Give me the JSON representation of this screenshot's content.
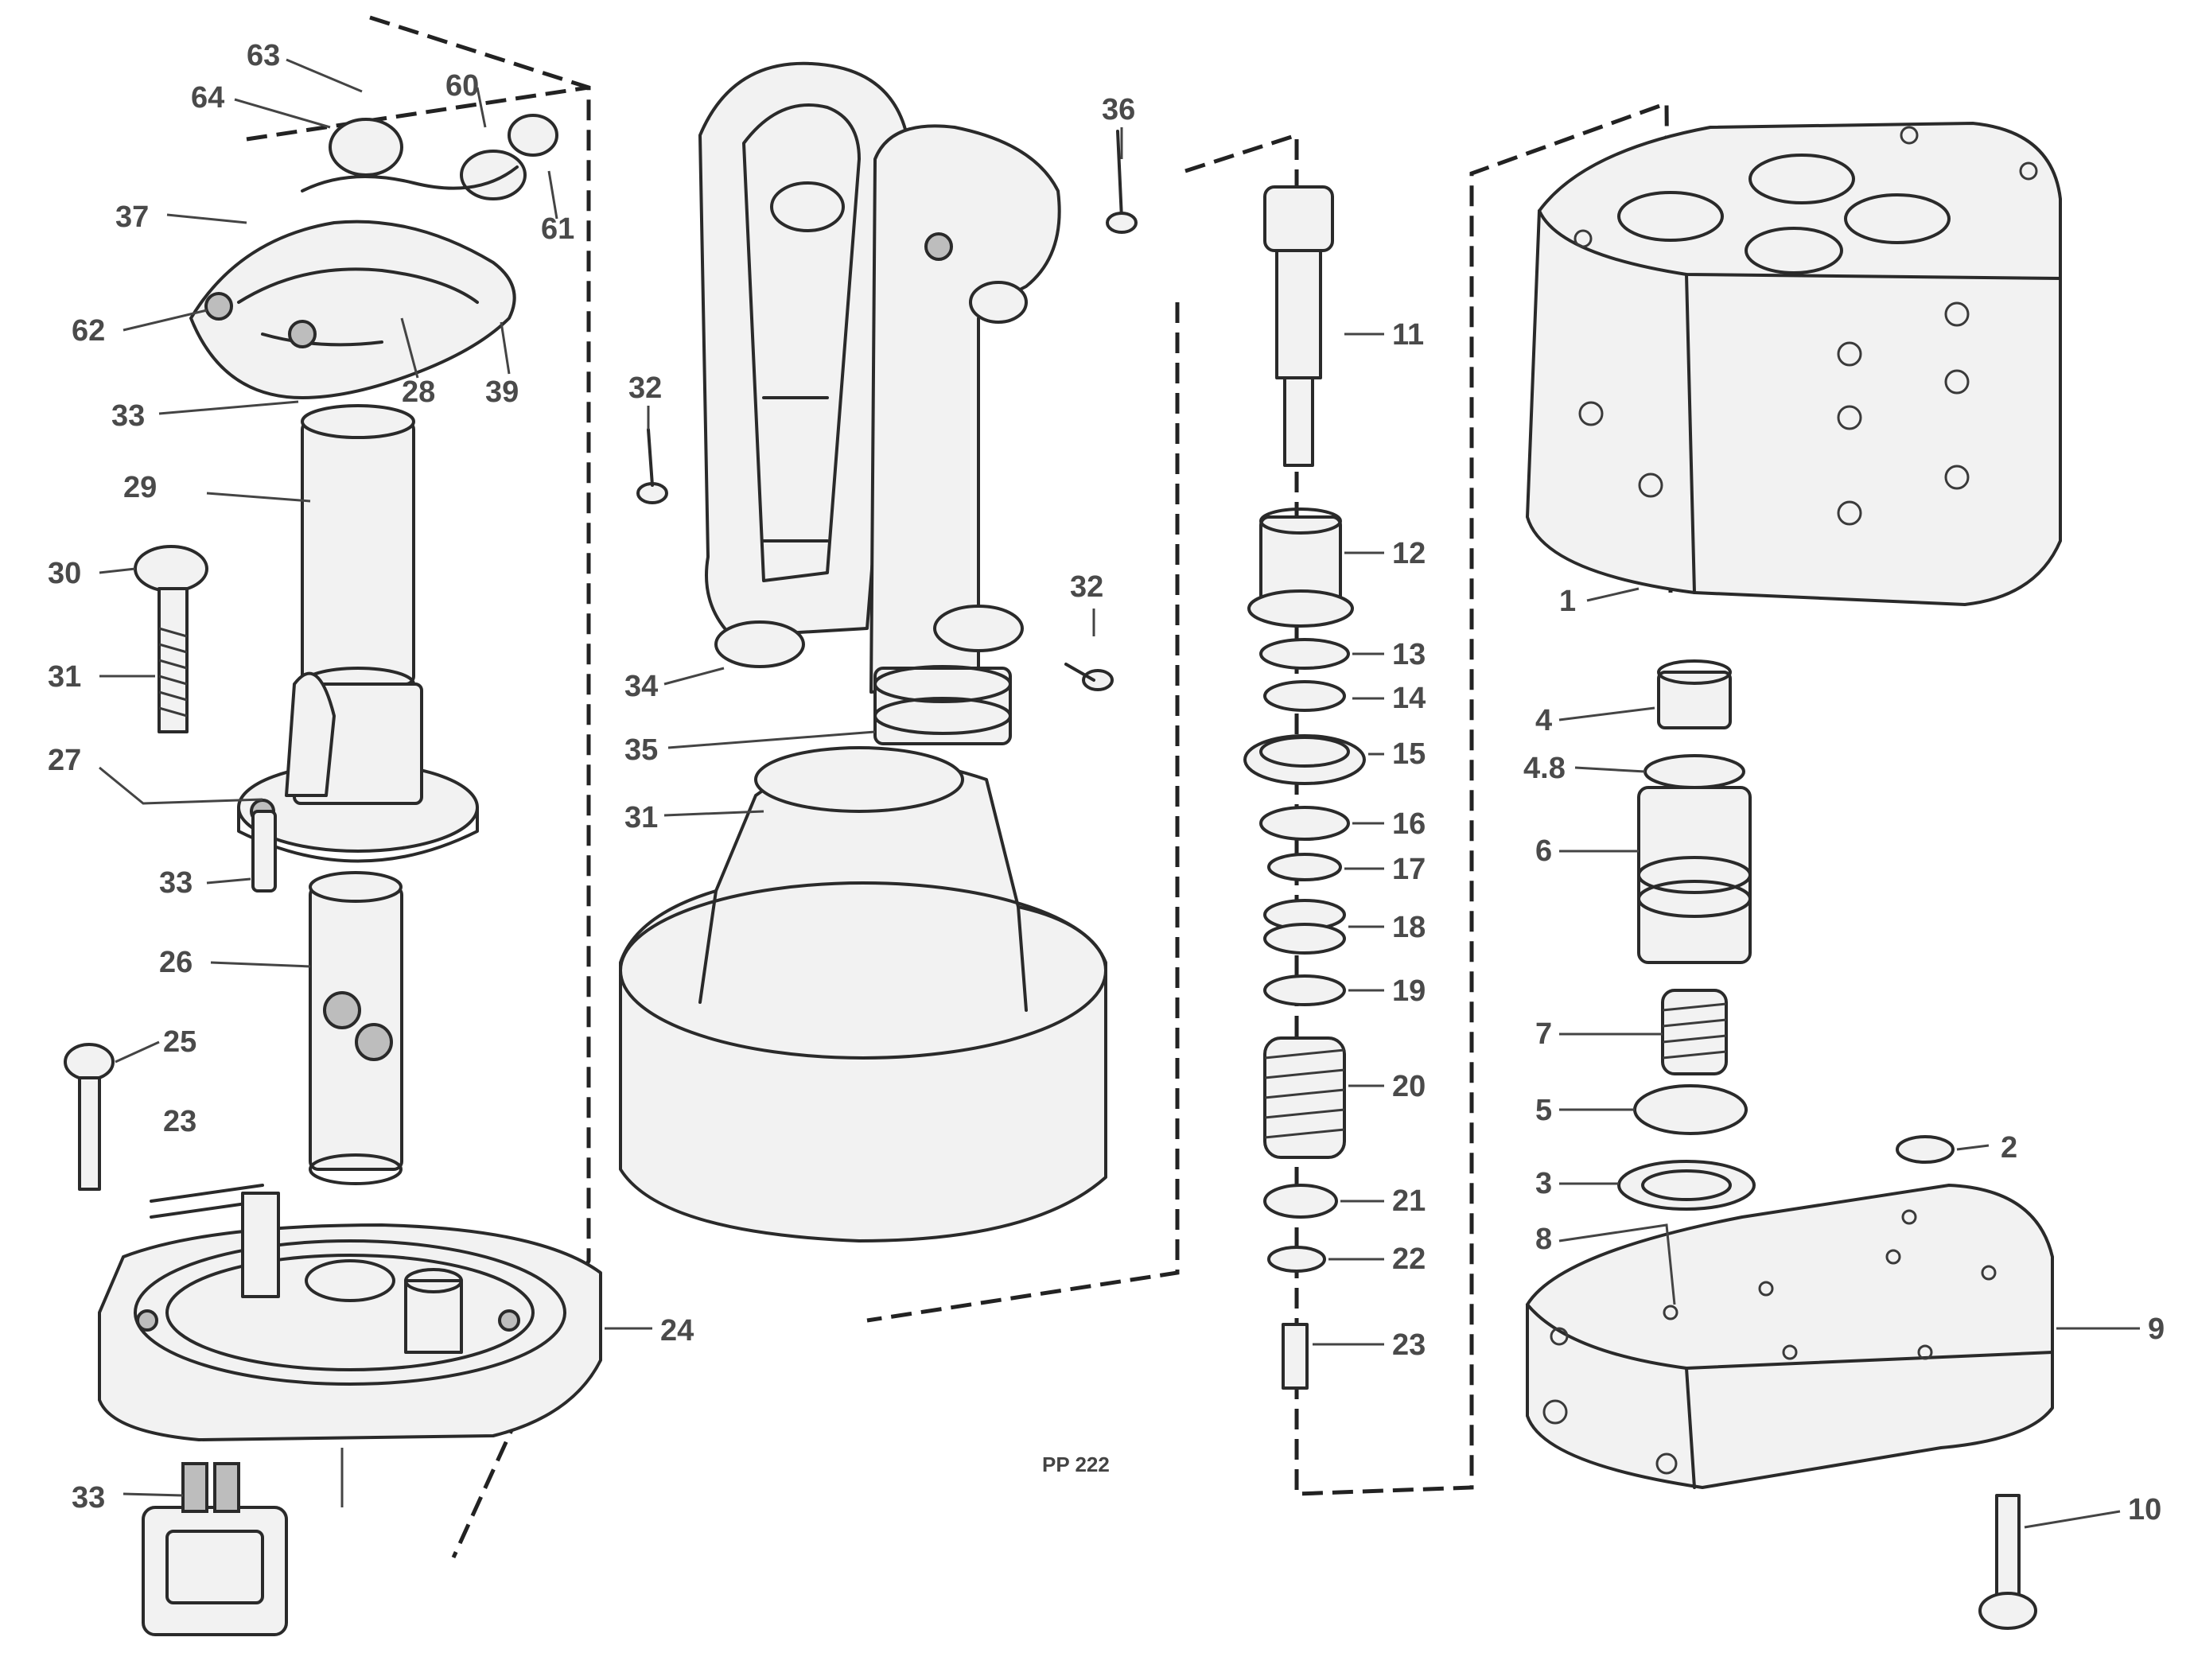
{
  "reference": {
    "code_line_1": "",
    "code_line_2": "",
    "code_line_3": "PP 222"
  },
  "callouts": {
    "c63": "63",
    "c64": "64",
    "c60": "60",
    "c61": "61",
    "c37": "37",
    "c62": "62",
    "c33a": "33",
    "c28": "28",
    "c39": "39",
    "c29": "29",
    "c30": "30",
    "c31": "31",
    "c27": "27",
    "c33b": "33",
    "c26": "26",
    "c25": "25",
    "c23": "23",
    "c24": "24",
    "c33c": "33",
    "c36": "36",
    "c32a": "32",
    "c32b": "32",
    "c34": "34",
    "c35": "35",
    "c31b": "31",
    "c11": "11",
    "c12": "12",
    "c13": "13",
    "c14": "14",
    "c15": "15",
    "c16": "16",
    "c17": "17",
    "c18": "18",
    "c19": "19",
    "c20": "20",
    "c21": "21",
    "c22": "22",
    "c23b": "23",
    "c1": "1",
    "c4": "4",
    "c4a": "4.8",
    "c6": "6",
    "c7": "7",
    "c5": "5",
    "c3": "3",
    "c8": "8",
    "c2": "2",
    "c9": "9",
    "c10": "10"
  }
}
